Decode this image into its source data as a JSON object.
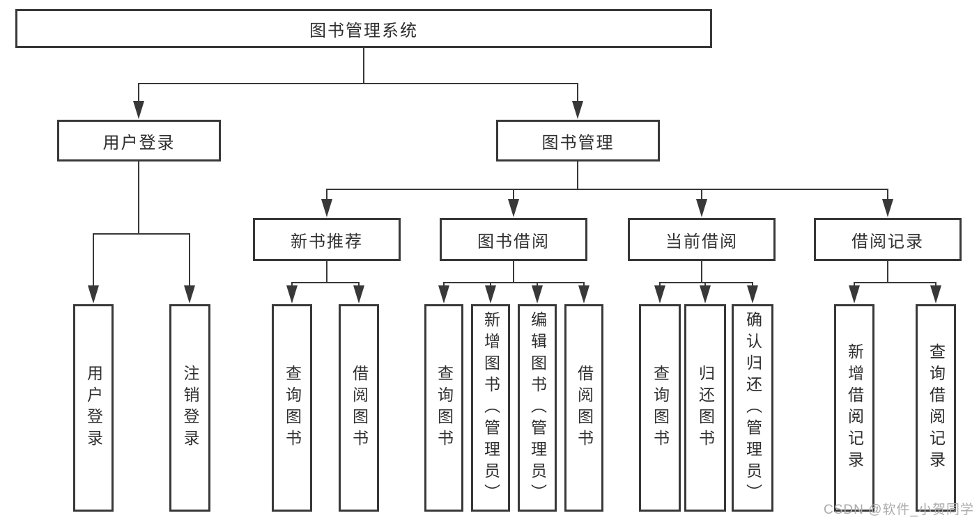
{
  "diagram_title": "图书管理系统",
  "nodes": {
    "root": {
      "label": "图书管理系统"
    },
    "level2": [
      {
        "label": "用户登录"
      },
      {
        "label": "图书管理"
      }
    ],
    "level3": [
      {
        "label": "新书推荐",
        "parent": "图书管理"
      },
      {
        "label": "图书借阅",
        "parent": "图书管理"
      },
      {
        "label": "当前借阅",
        "parent": "图书管理"
      },
      {
        "label": "借阅记录",
        "parent": "图书管理"
      }
    ],
    "leaves": [
      {
        "label": "用户登录",
        "parent": "用户登录"
      },
      {
        "label": "注销登录",
        "parent": "用户登录"
      },
      {
        "label": "查询图书",
        "parent": "新书推荐"
      },
      {
        "label": "借阅图书",
        "parent": "新书推荐"
      },
      {
        "label": "查询图书",
        "parent": "图书借阅"
      },
      {
        "label": "新增图书（管理员）",
        "parent": "图书借阅"
      },
      {
        "label": "编辑图书（管理员）",
        "parent": "图书借阅"
      },
      {
        "label": "借阅图书",
        "parent": "图书借阅"
      },
      {
        "label": "查询图书",
        "parent": "当前借阅"
      },
      {
        "label": "归还图书",
        "parent": "当前借阅"
      },
      {
        "label": "确认归还（管理员）",
        "parent": "当前借阅"
      },
      {
        "label": "新增借阅记录",
        "parent": "借阅记录"
      },
      {
        "label": "查询借阅记录",
        "parent": "借阅记录"
      }
    ]
  },
  "watermark": {
    "text": "CSDN @软件_小贺同学"
  },
  "colors": {
    "line": "#383838",
    "text": "#2f2f2f",
    "background": "#ffffff",
    "watermark": "#ababab"
  }
}
